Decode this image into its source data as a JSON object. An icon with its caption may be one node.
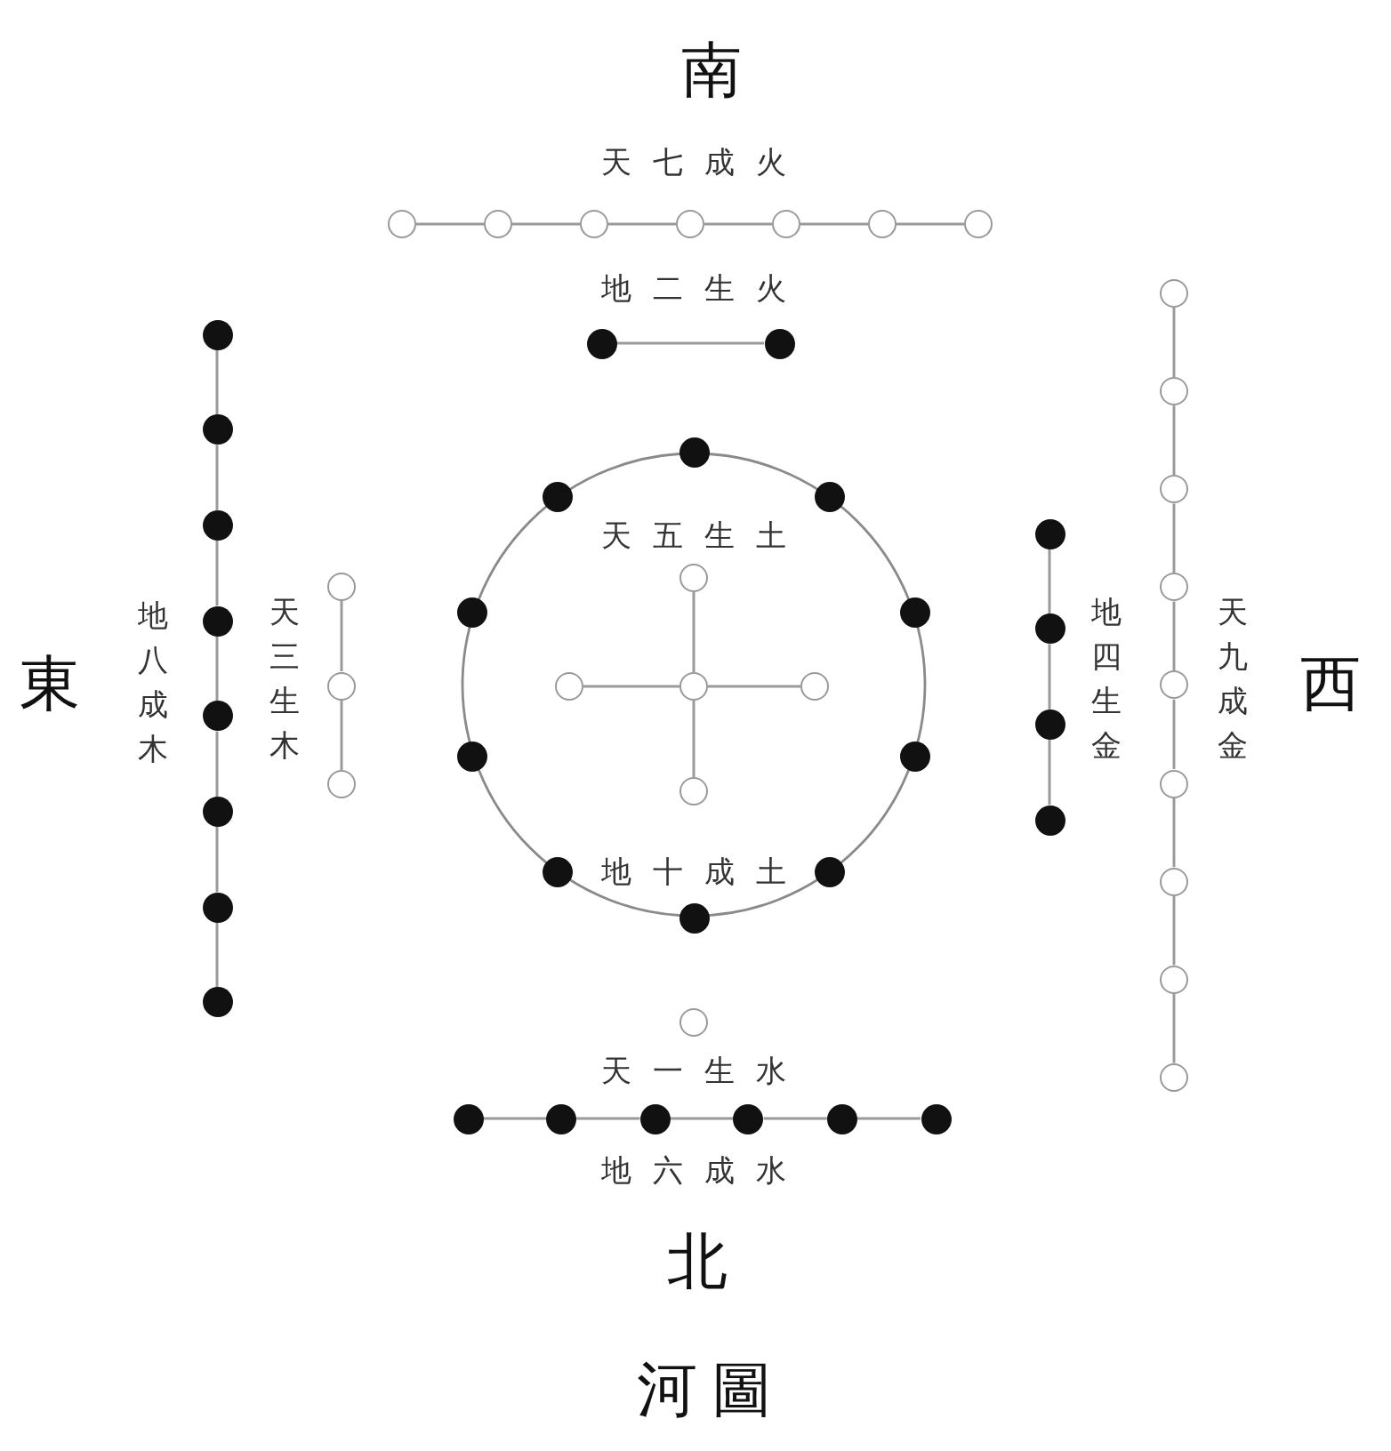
{
  "diagram": {
    "caption": "河圖",
    "nodes": [
      {
        "text": [],
        "shape": "circle"
      },
      {
        "text": [],
        "shape": "circle"
      },
      {
        "text": [],
        "shape": "circle"
      },
      {
        "text": [],
        "shape": "circle"
      },
      {
        "text": [],
        "shape": "circle"
      },
      {
        "text": [],
        "shape": "circle"
      },
      {
        "text": [],
        "shape": "circle"
      },
      {
        "text": [],
        "shape": "circle"
      },
      {
        "text": [],
        "shape": "circle"
      },
      {
        "text": [],
        "shape": "circle"
      },
      {
        "text": [],
        "shape": "circle"
      },
      {
        "text": [],
        "shape": "circle"
      },
      {
        "text": [],
        "shape": "circle"
      },
      {
        "text": [],
        "shape": "circle"
      },
      {
        "text": [],
        "shape": "circle"
      },
      {
        "text": [],
        "shape": "circle"
      },
      {
        "text": [],
        "shape": "circle"
      },
      {
        "text": [],
        "shape": "circle"
      },
      {
        "text": [],
        "shape": "circle"
      },
      {
        "text": [],
        "shape": "circle"
      },
      {
        "text": [
          "天五生土",
          "地十成土"
        ]
      },
      {
        "text": [],
        "shape": "circle"
      },
      {
        "text": [],
        "shape": "circle"
      },
      {
        "text": [],
        "shape": "circle"
      },
      {
        "text": [],
        "shape": "circle"
      },
      {
        "text": [],
        "shape": "circle"
      },
      {
        "text": [],
        "shape": "circle"
      },
      {
        "text": [],
        "shape": "circle"
      },
      {
        "text": [],
        "shape": "circle"
      },
      {
        "text": [],
        "shape": "circle"
      },
      {
        "text": [],
        "shape": "circle"
      },
      {
        "text": [],
        "shape": "circle",
        "in": 20
      },
      {
        "text": [],
        "shape": "circle",
        "in": 20
      },
      {
        "text": [],
        "shape": "circle",
        "in": 20
      },
      {
        "text": [],
        "shape": "circle",
        "in": 20
      },
      {
        "text": [],
        "shape": "circle",
        "in": 20
      },
      {
        "text": [],
        "shape": "circle"
      },
      {
        "text": [],
        "shape": "circle"
      },
      {
        "text": [],
        "shape": "circle"
      },
      {
        "text": [],
        "shape": "circle"
      },
      {
        "text": [],
        "shape": "circle"
      },
      {
        "text": [],
        "shape": "circle"
      },
      {
        "text": [],
        "shape": "circle"
      },
      {
        "text": [],
        "shape": "circle"
      },
      {
        "text": [],
        "shape": "circle"
      },
      {
        "text": [],
        "shape": "circle"
      },
      {
        "text": [],
        "shape": "circle"
      },
      {
        "text": [],
        "shape": "circle"
      },
      {
        "text": [],
        "shape": "circle"
      },
      {
        "text": [],
        "shape": "circle"
      },
      {
        "text": [],
        "shape": "circle"
      },
      {
        "text": [],
        "shape": "circle"
      },
      {
        "text": [],
        "shape": "circle"
      },
      {
        "text": [],
        "shape": "circle"
      },
      {
        "text": [],
        "shape": "circle"
      },
      {
        "text": [],
        "shape": "circle"
      }
    ],
    "edges": [
      {
        "from": 0,
        "to": 1,
        "arrow": "none"
      },
      {
        "from": 1,
        "to": 2,
        "arrow": "none"
      },
      {
        "from": 2,
        "to": 3,
        "arrow": "none"
      },
      {
        "from": 3,
        "to": 4,
        "arrow": "none"
      },
      {
        "from": 4,
        "to": 5,
        "arrow": "none"
      },
      {
        "from": 5,
        "to": 6,
        "arrow": "none"
      },
      {
        "from": 7,
        "to": 8,
        "arrow": "none"
      },
      {
        "from": 9,
        "to": 10,
        "arrow": "none"
      },
      {
        "from": 10,
        "to": 11,
        "arrow": "none"
      },
      {
        "from": 11,
        "to": 12,
        "arrow": "none"
      },
      {
        "from": 12,
        "to": 13,
        "arrow": "none"
      },
      {
        "from": 13,
        "to": 14,
        "arrow": "none"
      },
      {
        "from": 14,
        "to": 15,
        "arrow": "none"
      },
      {
        "from": 15,
        "to": 16,
        "arrow": "none"
      },
      {
        "from": 17,
        "to": 18,
        "arrow": "none"
      },
      {
        "from": 18,
        "to": 19,
        "arrow": "none"
      },
      {
        "from": 31,
        "to": 33,
        "arrow": "none"
      },
      {
        "from": 32,
        "to": 33,
        "arrow": "none"
      },
      {
        "from": 33,
        "to": 34,
        "arrow": "none"
      },
      {
        "from": 33,
        "to": 35,
        "arrow": "none"
      },
      {
        "from": 36,
        "to": 37,
        "arrow": "none"
      },
      {
        "from": 37,
        "to": 38,
        "arrow": "none"
      },
      {
        "from": 38,
        "to": 39,
        "arrow": "none"
      },
      {
        "from": 40,
        "to": 41,
        "arrow": "none"
      },
      {
        "from": 41,
        "to": 42,
        "arrow": "none"
      },
      {
        "from": 42,
        "to": 43,
        "arrow": "none"
      },
      {
        "from": 43,
        "to": 44,
        "arrow": "none"
      },
      {
        "from": 44,
        "to": 45,
        "arrow": "none"
      },
      {
        "from": 45,
        "to": 46,
        "arrow": "none"
      },
      {
        "from": 46,
        "to": 47,
        "arrow": "none"
      },
      {
        "from": 47,
        "to": 48,
        "arrow": "none"
      },
      {
        "from": 50,
        "to": 51,
        "arrow": "none"
      },
      {
        "from": 51,
        "to": 52,
        "arrow": "none"
      },
      {
        "from": 52,
        "to": 53,
        "arrow": "none"
      },
      {
        "from": 53,
        "to": 54,
        "arrow": "none"
      },
      {
        "from": 54,
        "to": 55,
        "arrow": "none"
      }
    ],
    "labels": [
      "南",
      "天七成火",
      "地二生火",
      "東",
      "地八成木",
      "天三生木",
      "地四生金",
      "天九成金",
      "西",
      "天一生水",
      "地六成水",
      "北"
    ]
  }
}
